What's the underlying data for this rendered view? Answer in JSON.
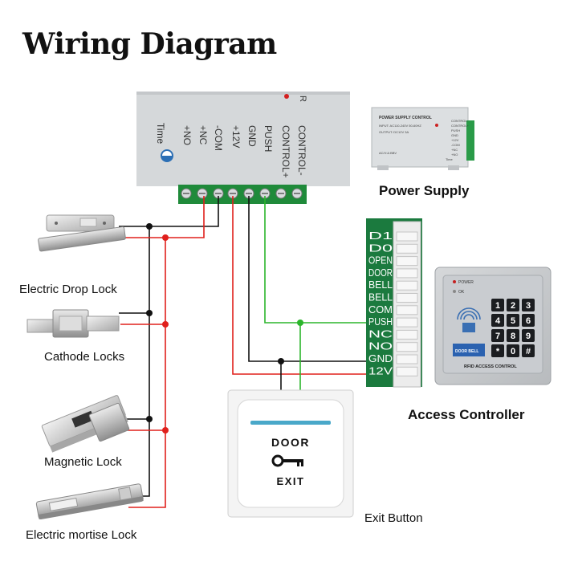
{
  "title": "Wiring Diagram",
  "psu": {
    "label_top": "R",
    "terminals": [
      "CONTROL-",
      "CONTROL+",
      "PUSH",
      "GND",
      "+12V",
      "-COM",
      "+NC",
      "+NO"
    ],
    "time_label": "Time"
  },
  "power_supply": {
    "caption": "Power Supply",
    "plate_title": "POWER SUPPLY CONTROL",
    "plate_line1": "INPUT: AC110-240V 50-60HZ",
    "plate_line2": "OUTPUT: DC12V 3A",
    "plate_line3": "AC/V:&:BBV",
    "side_labels": [
      "CONTROL-",
      "CONTROL+",
      "PUSH",
      "GND",
      "+12V",
      "-COM",
      "+NC",
      "+NO"
    ],
    "time_label": "Time"
  },
  "controller_board": {
    "pins": [
      "D1",
      "D0",
      "OPEN",
      "DOOR",
      "BELL",
      "BELL",
      "COM",
      "PUSH",
      "NC",
      "NO",
      "GND",
      "12V"
    ]
  },
  "keypad": {
    "power_label": "POWER",
    "ok_label": "OK",
    "keys": [
      "1",
      "2",
      "3",
      "4",
      "5",
      "6",
      "7",
      "8",
      "9",
      "*",
      "0",
      "#"
    ],
    "bell_label": "DOOR BELL",
    "footer": "RFID ACCESS CONTROL"
  },
  "access_controller": {
    "caption": "Access Controller"
  },
  "exit_button": {
    "caption": "Exit Button",
    "text_top": "DOOR",
    "text_bottom": "EXIT"
  },
  "locks": [
    {
      "caption": "Electric Drop Lock"
    },
    {
      "caption": "Cathode Locks"
    },
    {
      "caption": "Magnetic Lock"
    },
    {
      "caption": "Electric mortise Lock"
    }
  ],
  "colors": {
    "black_wire": "#111111",
    "red_wire": "#e0201c",
    "green_wire": "#2bb52b",
    "terminal_green": "#1f8a3a",
    "board_green": "#1b7a3e"
  }
}
